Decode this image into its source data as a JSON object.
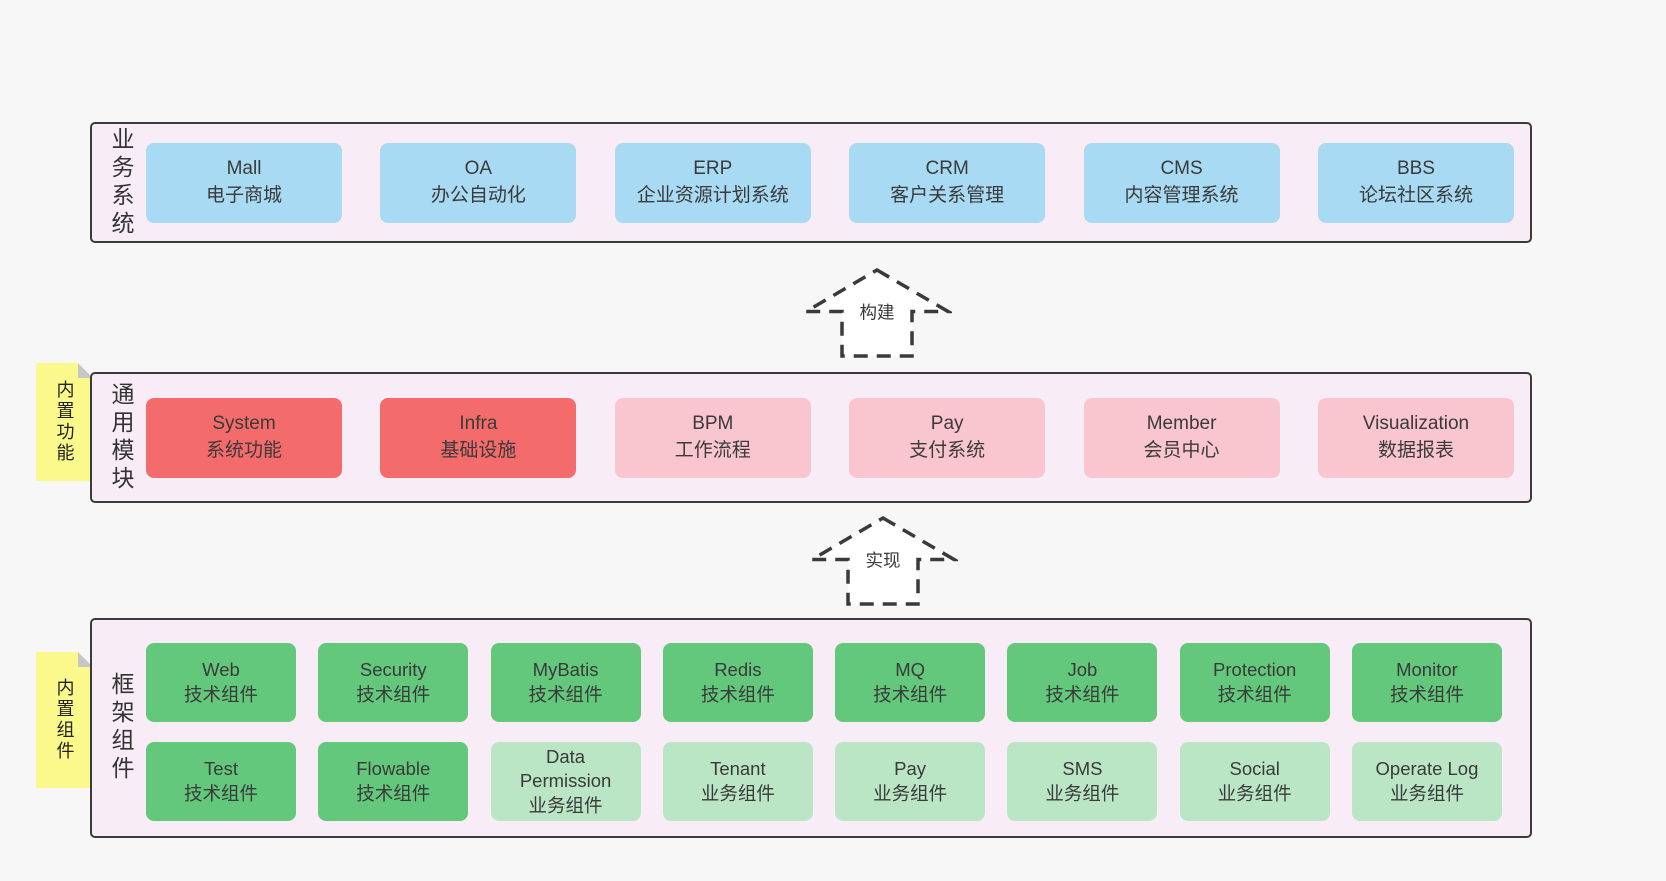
{
  "diagram": {
    "arrows": [
      {
        "label": "构建"
      },
      {
        "label": "实现"
      }
    ],
    "bands": [
      {
        "label": "业务系统",
        "boxes": [
          {
            "name": "Mall",
            "desc": "电子商城"
          },
          {
            "name": "OA",
            "desc": "办公自动化"
          },
          {
            "name": "ERP",
            "desc": "企业资源计划系统"
          },
          {
            "name": "CRM",
            "desc": "客户关系管理"
          },
          {
            "name": "CMS",
            "desc": "内容管理系统"
          },
          {
            "name": "BBS",
            "desc": "论坛社区系统"
          }
        ]
      },
      {
        "label": "通用模块",
        "sticky": "内置功能",
        "boxes": [
          {
            "name": "System",
            "desc": "系统功能"
          },
          {
            "name": "Infra",
            "desc": "基础设施"
          },
          {
            "name": "BPM",
            "desc": "工作流程"
          },
          {
            "name": "Pay",
            "desc": "支付系统"
          },
          {
            "name": "Member",
            "desc": "会员中心"
          },
          {
            "name": "Visualization",
            "desc": "数据报表"
          }
        ]
      },
      {
        "label": "框架组件",
        "sticky": "内置组件",
        "rows": [
          [
            {
              "name": "Web",
              "desc": "技术组件"
            },
            {
              "name": "Security",
              "desc": "技术组件"
            },
            {
              "name": "MyBatis",
              "desc": "技术组件"
            },
            {
              "name": "Redis",
              "desc": "技术组件"
            },
            {
              "name": "MQ",
              "desc": "技术组件"
            },
            {
              "name": "Job",
              "desc": "技术组件"
            },
            {
              "name": "Protection",
              "desc": "技术组件"
            },
            {
              "name": "Monitor",
              "desc": "技术组件"
            }
          ],
          [
            {
              "name": "Test",
              "desc": "技术组件"
            },
            {
              "name": "Flowable",
              "desc": "技术组件"
            },
            {
              "name": "Data\nPermission",
              "desc": "业务组件"
            },
            {
              "name": "Tenant",
              "desc": "业务组件"
            },
            {
              "name": "Pay",
              "desc": "业务组件"
            },
            {
              "name": "SMS",
              "desc": "业务组件"
            },
            {
              "name": "Social",
              "desc": "业务组件"
            },
            {
              "name": "Operate Log",
              "desc": "业务组件"
            }
          ]
        ]
      }
    ],
    "colors": {
      "page_bg": "#f7f7f7",
      "band_bg": "#f8edf6",
      "band_border": "#3b3b3b",
      "blue_box": "#a8dbf3",
      "red_box": "#f46b6b",
      "pink_box": "#f9c5ce",
      "green_box": "#63c87c",
      "light_green_box": "#bae6c6",
      "sticky_yellow": "#fbf98c",
      "sticky_fold": "#c6c6c6"
    }
  }
}
